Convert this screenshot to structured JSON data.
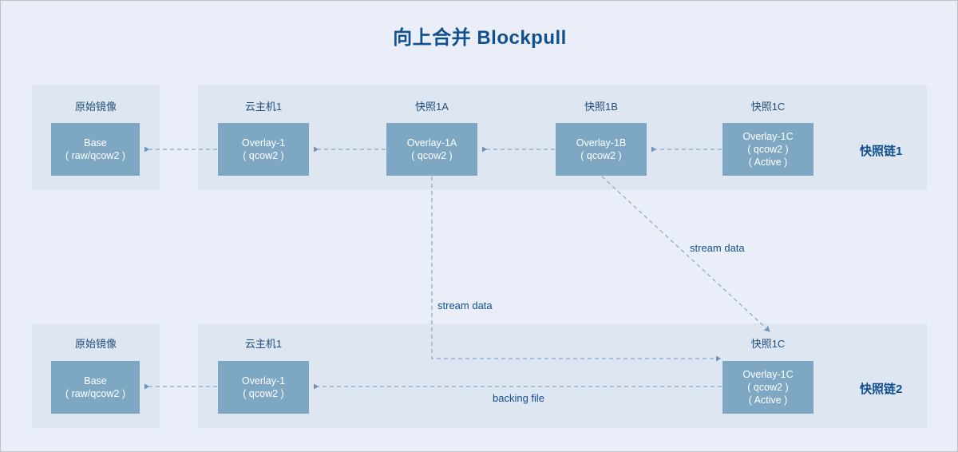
{
  "title": "向上合并 Blockpull",
  "colors": {
    "page_background": "#e9eef8",
    "panel_background": "#dee6f2",
    "node_fill": "#7ea7c4",
    "accent_text": "#11508f",
    "line": "#8ba8c4"
  },
  "chains": [
    {
      "id": "chain1",
      "label": "快照链1",
      "nodes": [
        {
          "title": "原始镜像",
          "line1": "Base",
          "line2": "( raw/qcow2 )",
          "line3": ""
        },
        {
          "title": "云主机1",
          "line1": "Overlay-1",
          "line2": "( qcow2 )",
          "line3": ""
        },
        {
          "title": "快照1A",
          "line1": "Overlay-1A",
          "line2": "( qcow2 )",
          "line3": ""
        },
        {
          "title": "快照1B",
          "line1": "Overlay-1B",
          "line2": "( qcow2 )",
          "line3": ""
        },
        {
          "title": "快照1C",
          "line1": "Overlay-1C",
          "line2": "( qcow2 )",
          "line3": "( Active )"
        }
      ]
    },
    {
      "id": "chain2",
      "label": "快照链2",
      "nodes": [
        {
          "title": "原始镜像",
          "line1": "Base",
          "line2": "( raw/qcow2 )",
          "line3": ""
        },
        {
          "title": "云主机1",
          "line1": "Overlay-1",
          "line2": "( qcow2 )",
          "line3": ""
        },
        {
          "title": "快照1C",
          "line1": "Overlay-1C",
          "line2": "( qcow2 )",
          "line3": "( Active )"
        }
      ]
    }
  ],
  "edge_labels": {
    "stream_data_vertical": "stream data",
    "stream_data_diagonal": "stream data",
    "backing_file": "backing file"
  }
}
